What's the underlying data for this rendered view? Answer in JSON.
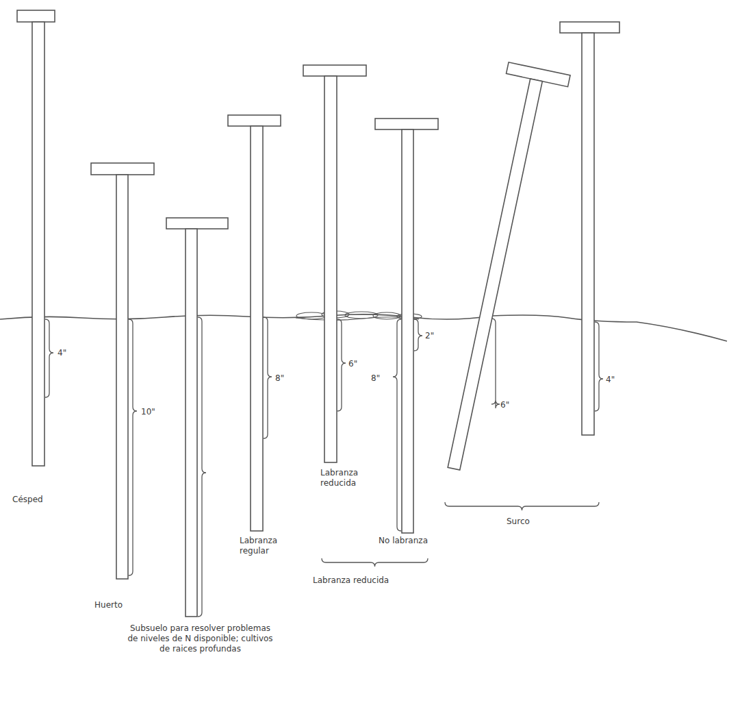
{
  "diagram": {
    "labels": [
      "Césped",
      "4\"",
      "Huerto",
      "10\"",
      "Subsuelo para resolver problemas de niveles de N disponible; cultivos de raices profundas",
      "8\"",
      "Labranza regular",
      "6\"",
      "Labranza reducida",
      "8\"",
      "2\"",
      "No labranza",
      "Labranza reducida",
      "6\"",
      "4\"",
      "Surco"
    ]
  }
}
